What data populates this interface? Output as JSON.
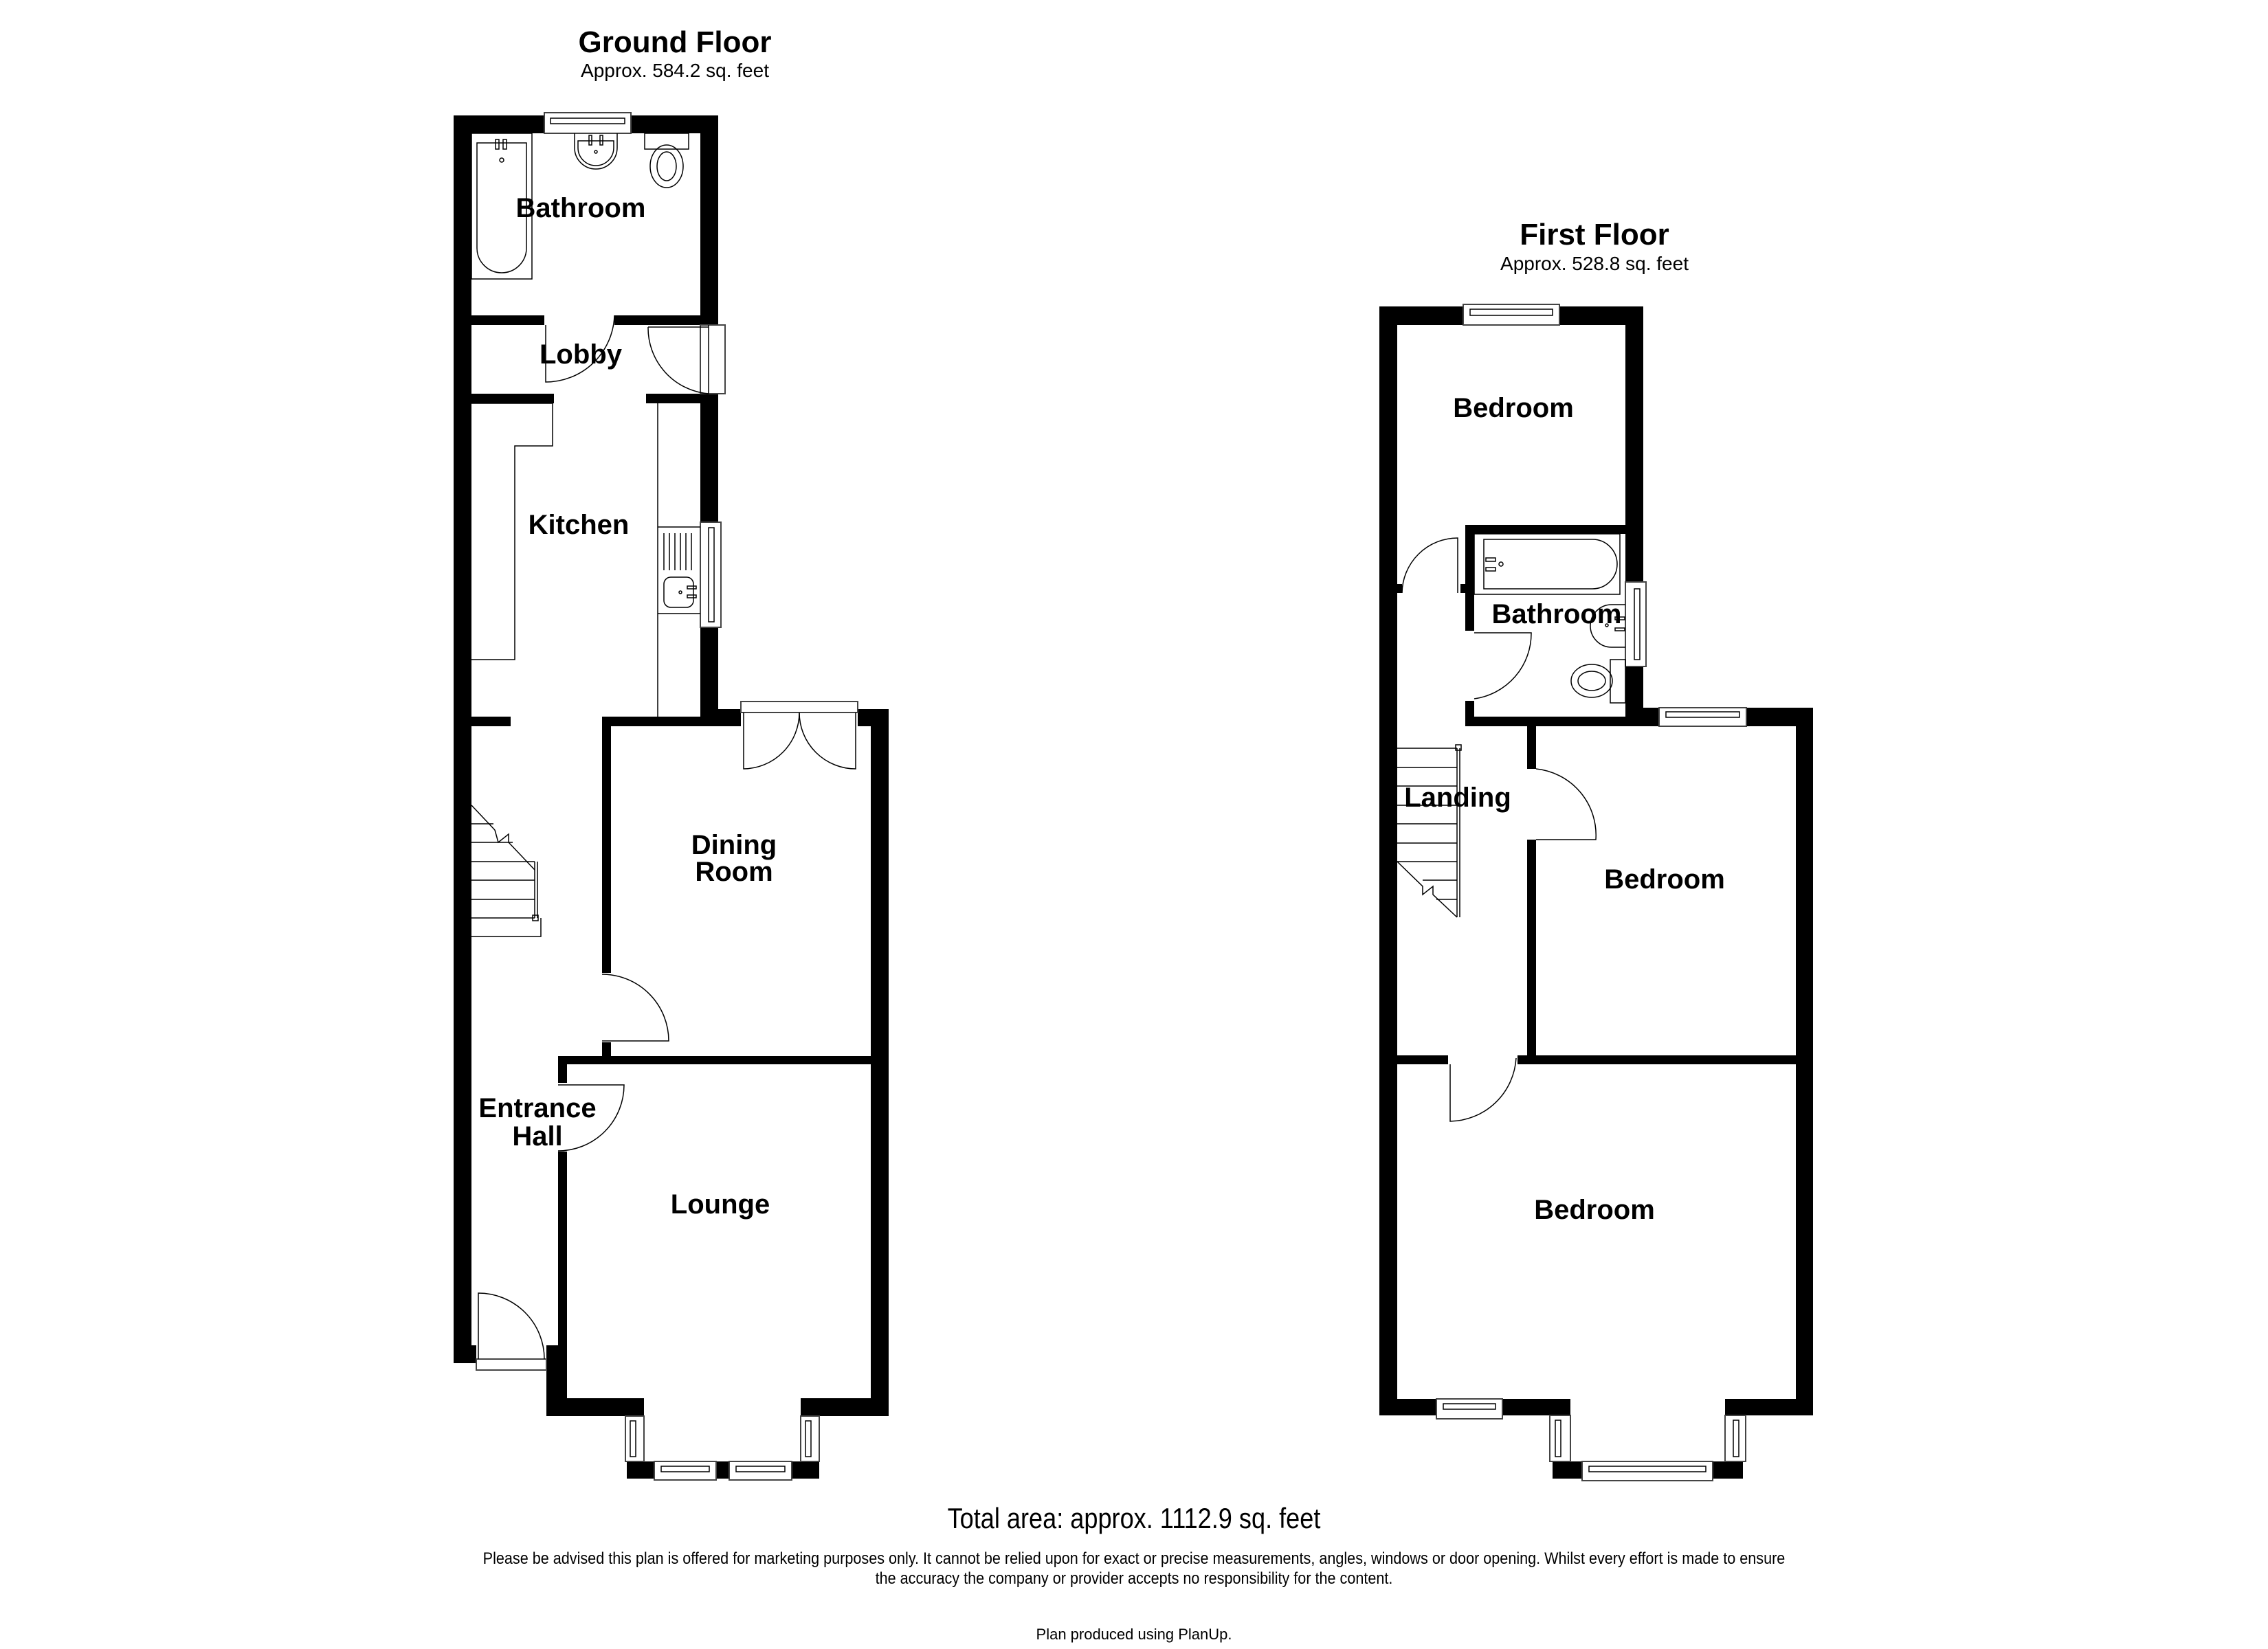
{
  "ground_floor": {
    "title": "Ground Floor",
    "area": "Approx. 584.2 sq. feet",
    "rooms": {
      "bathroom": "Bathroom",
      "lobby": "Lobby",
      "kitchen": "Kitchen",
      "dining_line1": "Dining",
      "dining_line2": "Room",
      "entrance_line1": "Entrance",
      "entrance_line2": "Hall",
      "lounge": "Lounge"
    }
  },
  "first_floor": {
    "title": "First Floor",
    "area": "Approx. 528.8 sq. feet",
    "rooms": {
      "bedroom_rear": "Bedroom",
      "bathroom": "Bathroom",
      "landing": "Landing",
      "bedroom_middle": "Bedroom",
      "bedroom_front": "Bedroom"
    }
  },
  "footer": {
    "total_area": "Total area: approx. 1112.9 sq. feet",
    "disclaimer_line1": "Please be advised this plan is offered for marketing purposes only. It cannot be relied upon for exact or precise measurements, angles, windows or door opening. Whilst every effort is made to ensure",
    "disclaimer_line2": "the accuracy the company or provider accepts no responsibility for the content.",
    "credit": "Plan produced using PlanUp."
  },
  "colors": {
    "wall": "#000000",
    "background": "#ffffff",
    "fixture_stroke": "#444444"
  }
}
